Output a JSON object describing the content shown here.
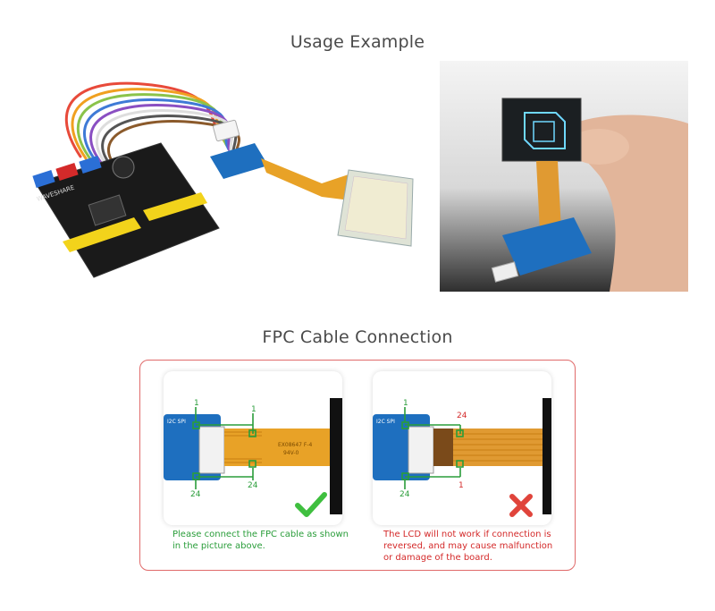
{
  "titles": {
    "usage": "Usage Example",
    "fpc": "FPC Cable Connection"
  },
  "board_labels": {
    "left_board_brand": "WAVESHARE",
    "adapter_silk": "I2C SPI",
    "fpc_marking": "EX08647 F-4",
    "fpc_marking_2": "94V-0"
  },
  "correct": {
    "pin_top_left": "1",
    "pin_top_right": "1",
    "pin_bottom_left": "24",
    "pin_bottom_right": "24",
    "caption": "Please connect the FPC cable as shown in the picture above."
  },
  "wrong": {
    "pin_top_left": "1",
    "pin_top_right": "24",
    "pin_bottom_left": "24",
    "pin_bottom_right": "1",
    "caption": "The LCD will not work if connection is reversed, and may cause malfunction or damage of the board."
  },
  "colors": {
    "correct_green": "#2a9d3a",
    "wrong_red": "#d42a2a",
    "panel_border": "#e06a6a",
    "pcb_blue": "#1e6fbf",
    "fpc_orange": "#e8a227"
  }
}
